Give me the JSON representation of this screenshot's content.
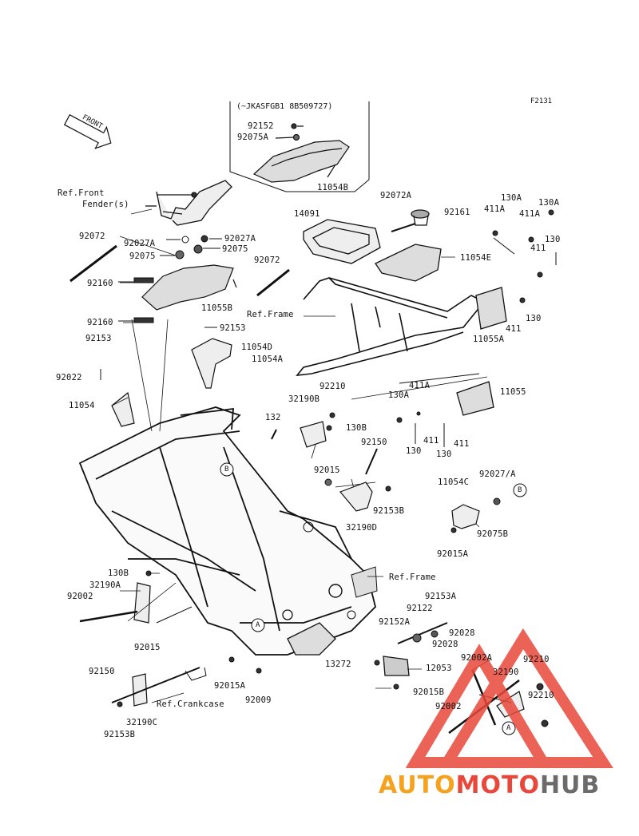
{
  "figure_code": "F2131",
  "front_arrow": {
    "text": "FRONT",
    "icon": "front-direction-arrow-icon"
  },
  "inset_title": "(~JKASFGB1 8B509727)",
  "labels": [
    {
      "id": "92152",
      "text": "92152"
    },
    {
      "id": "92075A_top",
      "text": "92075A"
    },
    {
      "id": "11054B",
      "text": "11054B"
    },
    {
      "id": "ref_front_fender_1",
      "text": "Ref.Front"
    },
    {
      "id": "ref_front_fender_2",
      "text": "Fender(s)"
    },
    {
      "id": "92072A",
      "text": "92072A"
    },
    {
      "id": "14091",
      "text": "14091"
    },
    {
      "id": "92161",
      "text": "92161"
    },
    {
      "id": "130A_1",
      "text": "130A"
    },
    {
      "id": "130A_2",
      "text": "130A"
    },
    {
      "id": "411A_1",
      "text": "411A"
    },
    {
      "id": "411A_2",
      "text": "411A"
    },
    {
      "id": "130_1",
      "text": "130"
    },
    {
      "id": "411_1",
      "text": "411"
    },
    {
      "id": "11054E",
      "text": "11054E"
    },
    {
      "id": "92072_left",
      "text": "92072"
    },
    {
      "id": "92027A_1",
      "text": "92027A"
    },
    {
      "id": "92027A_2",
      "text": "92027A"
    },
    {
      "id": "92075_1",
      "text": "92075"
    },
    {
      "id": "92075_2",
      "text": "92075"
    },
    {
      "id": "92072_mid",
      "text": "92072"
    },
    {
      "id": "92160_1",
      "text": "92160"
    },
    {
      "id": "11055B",
      "text": "11055B"
    },
    {
      "id": "ref_frame_1",
      "text": "Ref.Frame"
    },
    {
      "id": "130_2",
      "text": "130"
    },
    {
      "id": "411_2",
      "text": "411"
    },
    {
      "id": "11055A",
      "text": "11055A"
    },
    {
      "id": "92160_2",
      "text": "92160"
    },
    {
      "id": "92153_1",
      "text": "92153"
    },
    {
      "id": "11054D",
      "text": "11054D"
    },
    {
      "id": "92153_2",
      "text": "92153"
    },
    {
      "id": "11054A",
      "text": "11054A"
    },
    {
      "id": "92022",
      "text": "92022"
    },
    {
      "id": "92210_1",
      "text": "92210"
    },
    {
      "id": "411A_3",
      "text": "411A"
    },
    {
      "id": "130A_3",
      "text": "130A"
    },
    {
      "id": "11055",
      "text": "11055"
    },
    {
      "id": "32190B",
      "text": "32190B"
    },
    {
      "id": "11054",
      "text": "11054"
    },
    {
      "id": "130B_1",
      "text": "130B"
    },
    {
      "id": "132",
      "text": "132"
    },
    {
      "id": "130_3",
      "text": "130"
    },
    {
      "id": "411_3",
      "text": "411"
    },
    {
      "id": "411_4",
      "text": "411"
    },
    {
      "id": "130_4",
      "text": "130"
    },
    {
      "id": "92150_1",
      "text": "92150"
    },
    {
      "id": "92015_1",
      "text": "92015"
    },
    {
      "id": "92027_A",
      "text": "92027/A"
    },
    {
      "id": "11054C",
      "text": "11054C"
    },
    {
      "id": "92153B_1",
      "text": "92153B"
    },
    {
      "id": "32190D",
      "text": "32190D"
    },
    {
      "id": "92075B",
      "text": "92075B"
    },
    {
      "id": "92015A_1",
      "text": "92015A"
    },
    {
      "id": "ref_frame_2",
      "text": "Ref.Frame"
    },
    {
      "id": "130B_2",
      "text": "130B"
    },
    {
      "id": "32190A",
      "text": "32190A"
    },
    {
      "id": "92002_1",
      "text": "92002"
    },
    {
      "id": "92153A",
      "text": "92153A"
    },
    {
      "id": "92122",
      "text": "92122"
    },
    {
      "id": "92152A",
      "text": "92152A"
    },
    {
      "id": "92028_1",
      "text": "92028"
    },
    {
      "id": "92028_2",
      "text": "92028"
    },
    {
      "id": "92015_2",
      "text": "92015"
    },
    {
      "id": "13272",
      "text": "13272"
    },
    {
      "id": "12053",
      "text": "12053"
    },
    {
      "id": "92002A",
      "text": "92002A"
    },
    {
      "id": "92210_2",
      "text": "92210"
    },
    {
      "id": "32190",
      "text": "32190"
    },
    {
      "id": "92150_2",
      "text": "92150"
    },
    {
      "id": "92015A_2",
      "text": "92015A"
    },
    {
      "id": "92015B",
      "text": "92015B"
    },
    {
      "id": "92210_3",
      "text": "92210"
    },
    {
      "id": "ref_crankcase",
      "text": "Ref.Crankcase"
    },
    {
      "id": "92009",
      "text": "92009"
    },
    {
      "id": "92002_2",
      "text": "92002"
    },
    {
      "id": "32190C",
      "text": "32190C"
    },
    {
      "id": "92153B_2",
      "text": "92153B"
    }
  ],
  "callouts": [
    {
      "id": "B_1",
      "text": "B"
    },
    {
      "id": "B_2",
      "text": "B"
    },
    {
      "id": "A_1",
      "text": "A"
    },
    {
      "id": "A_2",
      "text": "A"
    }
  ],
  "watermark": {
    "part1": "AUTO",
    "part2": "MOTO",
    "part3": "HUB",
    "colors": {
      "auto": "#f6a21e",
      "moto": "#e8473a",
      "hub": "#6b6b6b"
    }
  }
}
